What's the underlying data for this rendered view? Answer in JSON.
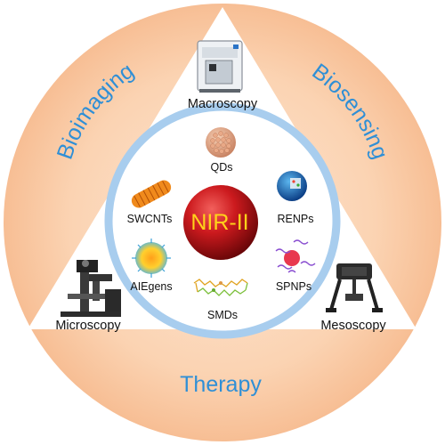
{
  "outer_ring": {
    "left_arc_label": "Bioimaging",
    "right_arc_label": "Biosensing",
    "bottom_label": "Therapy"
  },
  "scopes": {
    "top": "Macroscopy",
    "left": "Microscopy",
    "right": "Mesoscopy"
  },
  "center": {
    "label": "NIR-II"
  },
  "nanomaterials": {
    "qds": "QDs",
    "swcnts": "SWCNTs",
    "renps": "RENPs",
    "aiegens": "AIEgens",
    "spnps": "SPNPs",
    "smds": "SMDs"
  },
  "colors": {
    "outer_disk": "#f9c9a4",
    "outer_disk_edge": "#fde6d3",
    "triangle": "#ffffff",
    "inner_ring": "#a8cdee",
    "inner_disk": "#ffffff",
    "arc_text": "#2f8fd6",
    "sphere": "#c8171b",
    "sphere_text": "#ffd21a"
  }
}
